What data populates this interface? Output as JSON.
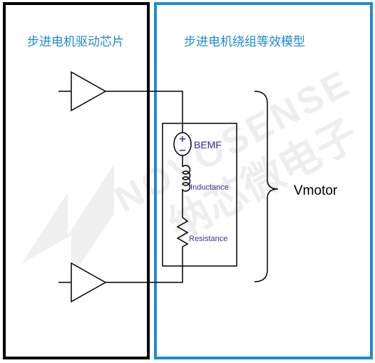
{
  "driver_chip": {
    "title": "步进电机驱动芯片"
  },
  "motor_model": {
    "title": "步进电机绕组等效模型",
    "bemf": {
      "label": "BEMF",
      "plus": "+",
      "minus": "−"
    },
    "inductance": {
      "label": "Inductance"
    },
    "resistance": {
      "label": "Resistance"
    },
    "group_label": "Vmotor"
  },
  "watermark": {
    "brand": "NOVOSENSE",
    "cn": "纳芯微电子"
  },
  "colors": {
    "driver_border": "#000000",
    "model_border": "#1f8ad6",
    "title_text": "#1f8ad6",
    "component_text": "#3b2fa0",
    "watermark": "#eeeeee"
  }
}
